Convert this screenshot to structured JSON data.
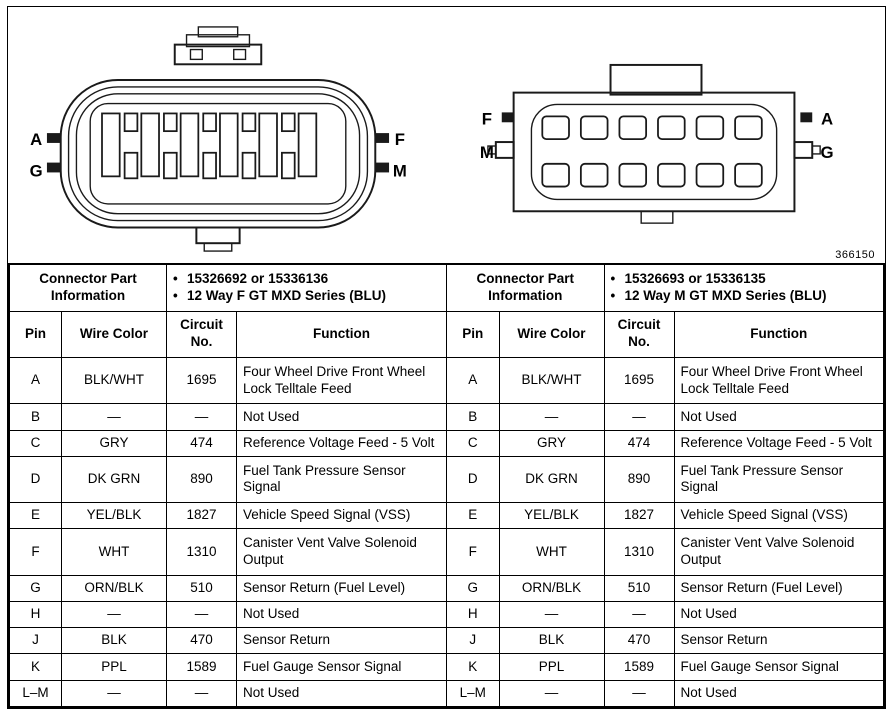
{
  "glyphs": {
    "bullet": "•"
  },
  "figure": {
    "ref": "366150"
  },
  "left": {
    "drawing_labels": {
      "tl": "A",
      "bl": "G",
      "tr": "F",
      "br": "M"
    },
    "part_info": "Connector Part Information",
    "bullets": [
      "15326692 or 15336136",
      "12 Way F GT MXD Series (BLU)"
    ],
    "columns": {
      "pin": "Pin",
      "wire": "Wire Color",
      "circuit": "Circuit No.",
      "function": "Function"
    },
    "rows": [
      {
        "pin": "A",
        "wire": "BLK/WHT",
        "circuit": "1695",
        "function": "Four Wheel Drive Front Wheel Lock Telltale Feed"
      },
      {
        "pin": "B",
        "wire": "—",
        "circuit": "—",
        "function": "Not Used"
      },
      {
        "pin": "C",
        "wire": "GRY",
        "circuit": "474",
        "function": "Reference Voltage Feed - 5 Volt"
      },
      {
        "pin": "D",
        "wire": "DK GRN",
        "circuit": "890",
        "function": "Fuel Tank Pressure Sensor Signal"
      },
      {
        "pin": "E",
        "wire": "YEL/BLK",
        "circuit": "1827",
        "function": "Vehicle Speed Signal (VSS)"
      },
      {
        "pin": "F",
        "wire": "WHT",
        "circuit": "1310",
        "function": "Canister Vent Valve Solenoid Output"
      },
      {
        "pin": "G",
        "wire": "ORN/BLK",
        "circuit": "510",
        "function": "Sensor Return (Fuel Level)"
      },
      {
        "pin": "H",
        "wire": "—",
        "circuit": "—",
        "function": "Not Used"
      },
      {
        "pin": "J",
        "wire": "BLK",
        "circuit": "470",
        "function": "Sensor Return"
      },
      {
        "pin": "K",
        "wire": "PPL",
        "circuit": "1589",
        "function": "Fuel Gauge Sensor Signal"
      },
      {
        "pin": "L–M",
        "wire": "—",
        "circuit": "—",
        "function": "Not Used"
      }
    ]
  },
  "right": {
    "drawing_labels": {
      "tl": "F",
      "bl": "M",
      "tr": "A",
      "br": "G"
    },
    "part_info": "Connector Part Information",
    "bullets": [
      "15326693 or 15336135",
      "12 Way M GT MXD Series (BLU)"
    ],
    "columns": {
      "pin": "Pin",
      "wire": "Wire Color",
      "circuit": "Circuit No.",
      "function": "Function"
    },
    "rows": [
      {
        "pin": "A",
        "wire": "BLK/WHT",
        "circuit": "1695",
        "function": "Four Wheel Drive Front Wheel Lock Telltale Feed"
      },
      {
        "pin": "B",
        "wire": "—",
        "circuit": "—",
        "function": "Not Used"
      },
      {
        "pin": "C",
        "wire": "GRY",
        "circuit": "474",
        "function": "Reference Voltage Feed - 5 Volt"
      },
      {
        "pin": "D",
        "wire": "DK GRN",
        "circuit": "890",
        "function": "Fuel Tank Pressure Sensor Signal"
      },
      {
        "pin": "E",
        "wire": "YEL/BLK",
        "circuit": "1827",
        "function": "Vehicle Speed Signal (VSS)"
      },
      {
        "pin": "F",
        "wire": "WHT",
        "circuit": "1310",
        "function": "Canister Vent Valve Solenoid Output"
      },
      {
        "pin": "G",
        "wire": "ORN/BLK",
        "circuit": "510",
        "function": "Sensor Return (Fuel Level)"
      },
      {
        "pin": "H",
        "wire": "—",
        "circuit": "—",
        "function": "Not Used"
      },
      {
        "pin": "J",
        "wire": "BLK",
        "circuit": "470",
        "function": "Sensor Return"
      },
      {
        "pin": "K",
        "wire": "PPL",
        "circuit": "1589",
        "function": "Fuel Gauge Sensor Signal"
      },
      {
        "pin": "L–M",
        "wire": "—",
        "circuit": "—",
        "function": "Not Used"
      }
    ]
  }
}
